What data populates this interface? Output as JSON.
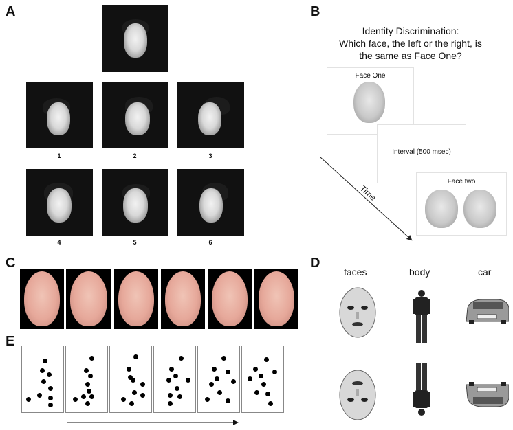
{
  "panels": {
    "a": "A",
    "b": "B",
    "c": "C",
    "d": "D",
    "e": "E"
  },
  "panel_a": {
    "numbers": [
      "1",
      "2",
      "3",
      "4",
      "5",
      "6"
    ]
  },
  "panel_b": {
    "title_line1": "Identity Discrimination:",
    "title_line2": "Which face, the left or the right, is",
    "title_line3": "the same as Face One?",
    "face_one": "Face One",
    "interval": "Interval (500 msec)",
    "face_two": "Face two",
    "time_axis": "Time"
  },
  "panel_d": {
    "faces": "faces",
    "body": "body",
    "car": "car"
  }
}
